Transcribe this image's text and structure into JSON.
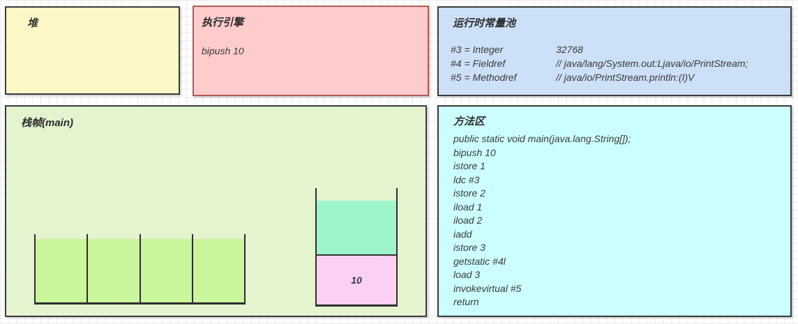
{
  "canvas": {
    "background": "#ffffff",
    "grid_color": "#ebebeb"
  },
  "boxes": {
    "heap": {
      "title": "堆",
      "fill": "#fdf8c6",
      "border": "#3a3a3a"
    },
    "execution_engine": {
      "title": "执行引擎",
      "instruction": "bipush 10",
      "fill": "#ffcccc",
      "border": "#b25757"
    },
    "constant_pool": {
      "title": "运行时常量池",
      "entries": [
        {
          "name": "#3 = Integer",
          "value": "32768"
        },
        {
          "name": "#4 = Fieldref",
          "value": "// java/lang/System.out:Ljava/io/PrintStream;"
        },
        {
          "name": "#5 = Methodref",
          "value": "// java/io/PrintStream.println:(I)V"
        }
      ],
      "fill": "#cce0f7",
      "border": "#3a3a3a"
    },
    "stack_frame": {
      "title": "栈帧(main)",
      "fill": "#e3f4cf",
      "border": "#3a3a3a",
      "local_variables": {
        "slots": [
          "",
          "",
          "",
          ""
        ],
        "slot_fill": "#c9f59b"
      },
      "operand_stack": {
        "top_cell_value": "",
        "top_cell_fill": "#9df5c9",
        "bottom_cell_value": "10",
        "bottom_cell_fill": "#fbd0f3"
      }
    },
    "method_area": {
      "title": "方法区",
      "lines": [
        "public static void main(java.lang.String[]);",
        "bipush 10",
        "istore 1",
        "ldc #3",
        "istore 2",
        "iload 1",
        "iload 2",
        "iadd",
        "istore 3",
        "getstatic #4l",
        "load 3",
        "invokevirtual #5",
        "return"
      ],
      "fill": "#ccffff",
      "border": "#3a3a3a"
    }
  }
}
